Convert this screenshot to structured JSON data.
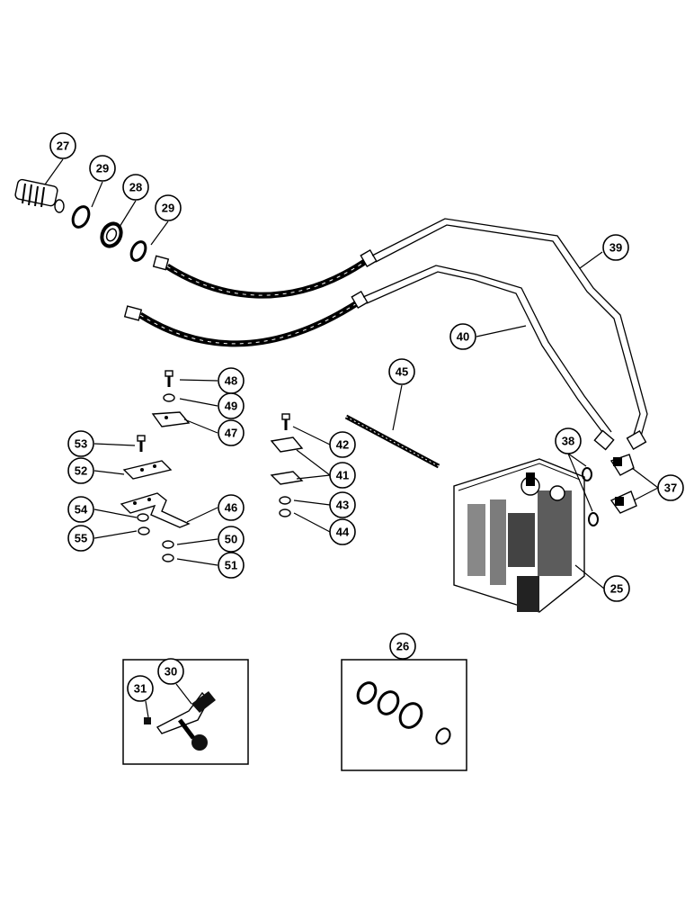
{
  "callouts": [
    {
      "id": "c27",
      "label": "27"
    },
    {
      "id": "c29a",
      "label": "29"
    },
    {
      "id": "c28",
      "label": "28"
    },
    {
      "id": "c29b",
      "label": "29"
    },
    {
      "id": "c39",
      "label": "39"
    },
    {
      "id": "c40",
      "label": "40"
    },
    {
      "id": "c45",
      "label": "45"
    },
    {
      "id": "c48",
      "label": "48"
    },
    {
      "id": "c49",
      "label": "49"
    },
    {
      "id": "c47",
      "label": "47"
    },
    {
      "id": "c53",
      "label": "53"
    },
    {
      "id": "c52",
      "label": "52"
    },
    {
      "id": "c54",
      "label": "54"
    },
    {
      "id": "c55",
      "label": "55"
    },
    {
      "id": "c46",
      "label": "46"
    },
    {
      "id": "c50",
      "label": "50"
    },
    {
      "id": "c51",
      "label": "51"
    },
    {
      "id": "c42",
      "label": "42"
    },
    {
      "id": "c41",
      "label": "41"
    },
    {
      "id": "c43",
      "label": "43"
    },
    {
      "id": "c44",
      "label": "44"
    },
    {
      "id": "c38",
      "label": "38"
    },
    {
      "id": "c37",
      "label": "37"
    },
    {
      "id": "c25",
      "label": "25"
    },
    {
      "id": "c26",
      "label": "26"
    },
    {
      "id": "c30",
      "label": "30"
    },
    {
      "id": "c31",
      "label": "31"
    }
  ]
}
